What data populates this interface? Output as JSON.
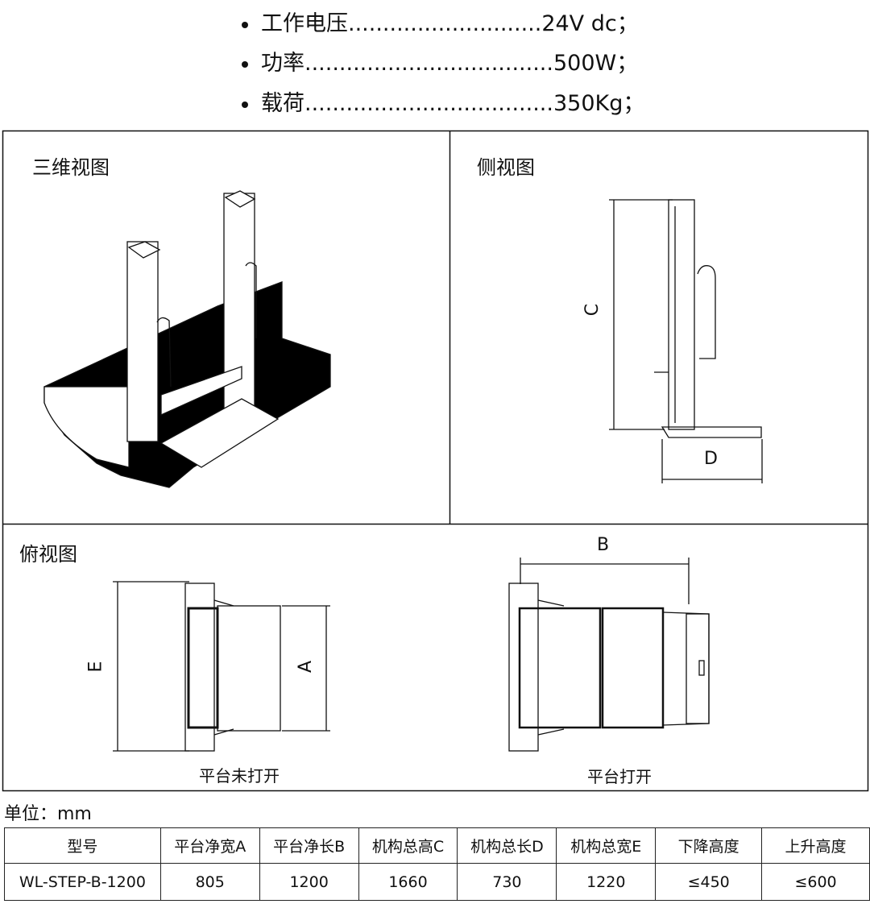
{
  "specs": [
    {
      "label": "工作电压",
      "leader": "............................",
      "value": "24V dc；"
    },
    {
      "label": "功率",
      "leader": "....................................",
      "value": "500W；"
    },
    {
      "label": "载荷",
      "leader": "....................................",
      "value": "350Kg；"
    }
  ],
  "views": {
    "iso": "三维视图",
    "side": "侧视图",
    "top": "俯视图",
    "closed_caption": "平台未打开",
    "open_caption": "平台打开"
  },
  "dims": {
    "A": "A",
    "B": "B",
    "C": "C",
    "D": "D",
    "E": "E"
  },
  "unit": "单位：mm",
  "table": {
    "headers": [
      "型号",
      "平台净宽A",
      "平台净长B",
      "机构总高C",
      "机构总长D",
      "机构总宽E",
      "下降高度",
      "上升高度"
    ],
    "rows": [
      [
        "WL-STEP-B-1200",
        "805",
        "1200",
        "1660",
        "730",
        "1220",
        "≤450",
        "≤600"
      ]
    ]
  }
}
